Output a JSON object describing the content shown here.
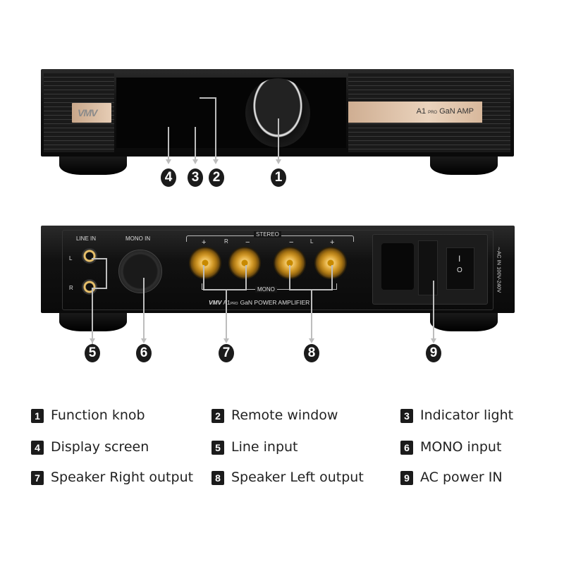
{
  "front_panel": {
    "logo": "VMV",
    "badge_model": "A1",
    "badge_pro": "PRO",
    "badge_text": "GaN AMP",
    "callouts": [
      "4",
      "3",
      "2",
      "1"
    ]
  },
  "rear_panel": {
    "line_in_label": "LINE IN",
    "line_in_l": "L",
    "line_in_r": "R",
    "mono_in_label": "MONO IN",
    "stereo_label": "STEREO",
    "mono_label": "MONO",
    "terminal_labels": [
      "+",
      "R",
      "−",
      "−",
      "L",
      "+"
    ],
    "brand_line_logo": "VMV",
    "brand_line_model": "A1",
    "brand_line_pro": "PRO",
    "brand_line_text": "GaN POWER AMPLIFIER",
    "ac_label": "∼AC IN 100V-240V",
    "switch_on": "I",
    "switch_off": "O",
    "callouts": [
      "5",
      "6",
      "7",
      "8",
      "9"
    ]
  },
  "legend": [
    {
      "num": "1",
      "label": "Function knob"
    },
    {
      "num": "2",
      "label": "Remote window"
    },
    {
      "num": "3",
      "label": "Indicator light"
    },
    {
      "num": "4",
      "label": "Display screen"
    },
    {
      "num": "5",
      "label": "Line input"
    },
    {
      "num": "6",
      "label": "MONO input"
    },
    {
      "num": "7",
      "label": "Speaker Right output"
    },
    {
      "num": "8",
      "label": "Speaker Left output"
    },
    {
      "num": "9",
      "label": "AC power IN"
    }
  ],
  "colors": {
    "badge_gold": "#d9b99a",
    "terminal_gold": "#d4a030",
    "callout": "#1b1b1b"
  }
}
